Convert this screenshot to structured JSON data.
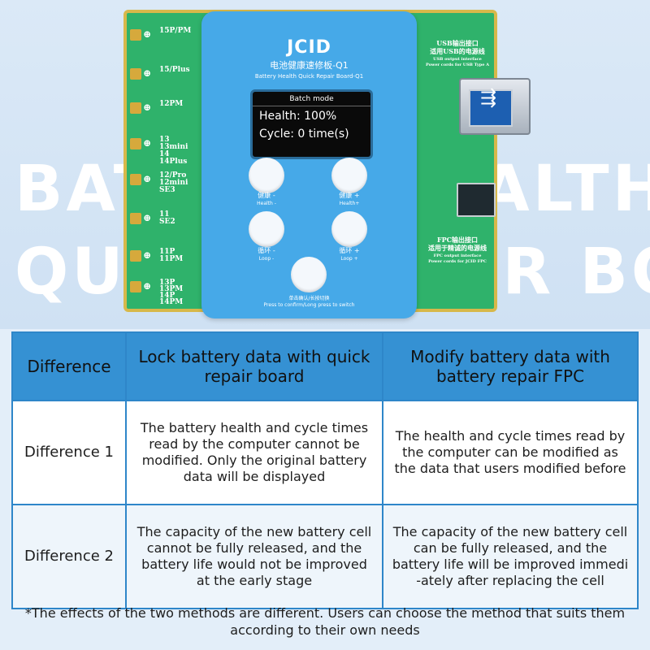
{
  "background_text": [
    "BATTERY HEALTH",
    "QUICK REPAIR BOARD"
  ],
  "board": {
    "pins": [
      {
        "label": "15P/PM"
      },
      {
        "label": "15/Plus"
      },
      {
        "label": "12PM"
      },
      {
        "label": "13\n13mini\n14\n14Plus"
      },
      {
        "label": "12/Pro\n12mini\nSE3"
      },
      {
        "label": "11\nSE2"
      },
      {
        "label": "11P\n11PM"
      },
      {
        "label": "13P\n13PM\n14P\n14PM"
      }
    ],
    "usb_label_cn": "USB输出接口\n适用USB的电源线",
    "usb_label_en": "USB output interface\nPower cords for USB Type A",
    "fpc_label_cn": "FPC输出接口\n适用于精诚的电源线",
    "fpc_label_en": "FPC output interface\nPower cords for JCID FPC",
    "usb_symbol": "usb-trident-icon"
  },
  "device": {
    "brand": "JCID",
    "title_cn": "电池健康速修板-Q1",
    "title_en": "Battery Health Quick Repair Board-Q1",
    "screen": {
      "mode": "Batch mode",
      "health": "Health: 100%",
      "cycle": "Cycle: 0 time(s)"
    },
    "buttons": {
      "health_minus_cn": "健康 -",
      "health_minus_en": "Health -",
      "health_plus_cn": "健康 +",
      "health_plus_en": "Health+",
      "loop_minus_cn": "循环 -",
      "loop_minus_en": "Loop -",
      "loop_plus_cn": "循环 +",
      "loop_plus_en": "Loop +",
      "confirm_cn": "单击确认/长按切换",
      "confirm_en": "Press to confirm/Long press to switch"
    }
  },
  "table": {
    "headers": [
      "Difference",
      "Lock battery data with quick repair board",
      "Modify battery data with battery repair FPC"
    ],
    "rows": [
      {
        "label": "Difference 1",
        "board": "The battery health and cycle times read by the computer cannot be modified. Only the original battery data will be displayed",
        "fpc": "The health and cycle times read by the computer can be modified as the data that users modified before"
      },
      {
        "label": "Difference 2",
        "board": "The capacity of the new battery cell cannot be fully released, and the battery life would not be improved at the early stage",
        "fpc": "The capacity of the new battery cell can be fully released, and the battery life will be improved immedi -ately after replacing the cell"
      }
    ]
  },
  "footnote": "*The effects of the two methods are different. Users can choose the method that suits them according to their own needs",
  "colors": {
    "header_blue": "#3591d3",
    "border_blue": "#2e86c9",
    "device_blue": "#46a9e8",
    "pcb_green": "#2fb26b"
  }
}
